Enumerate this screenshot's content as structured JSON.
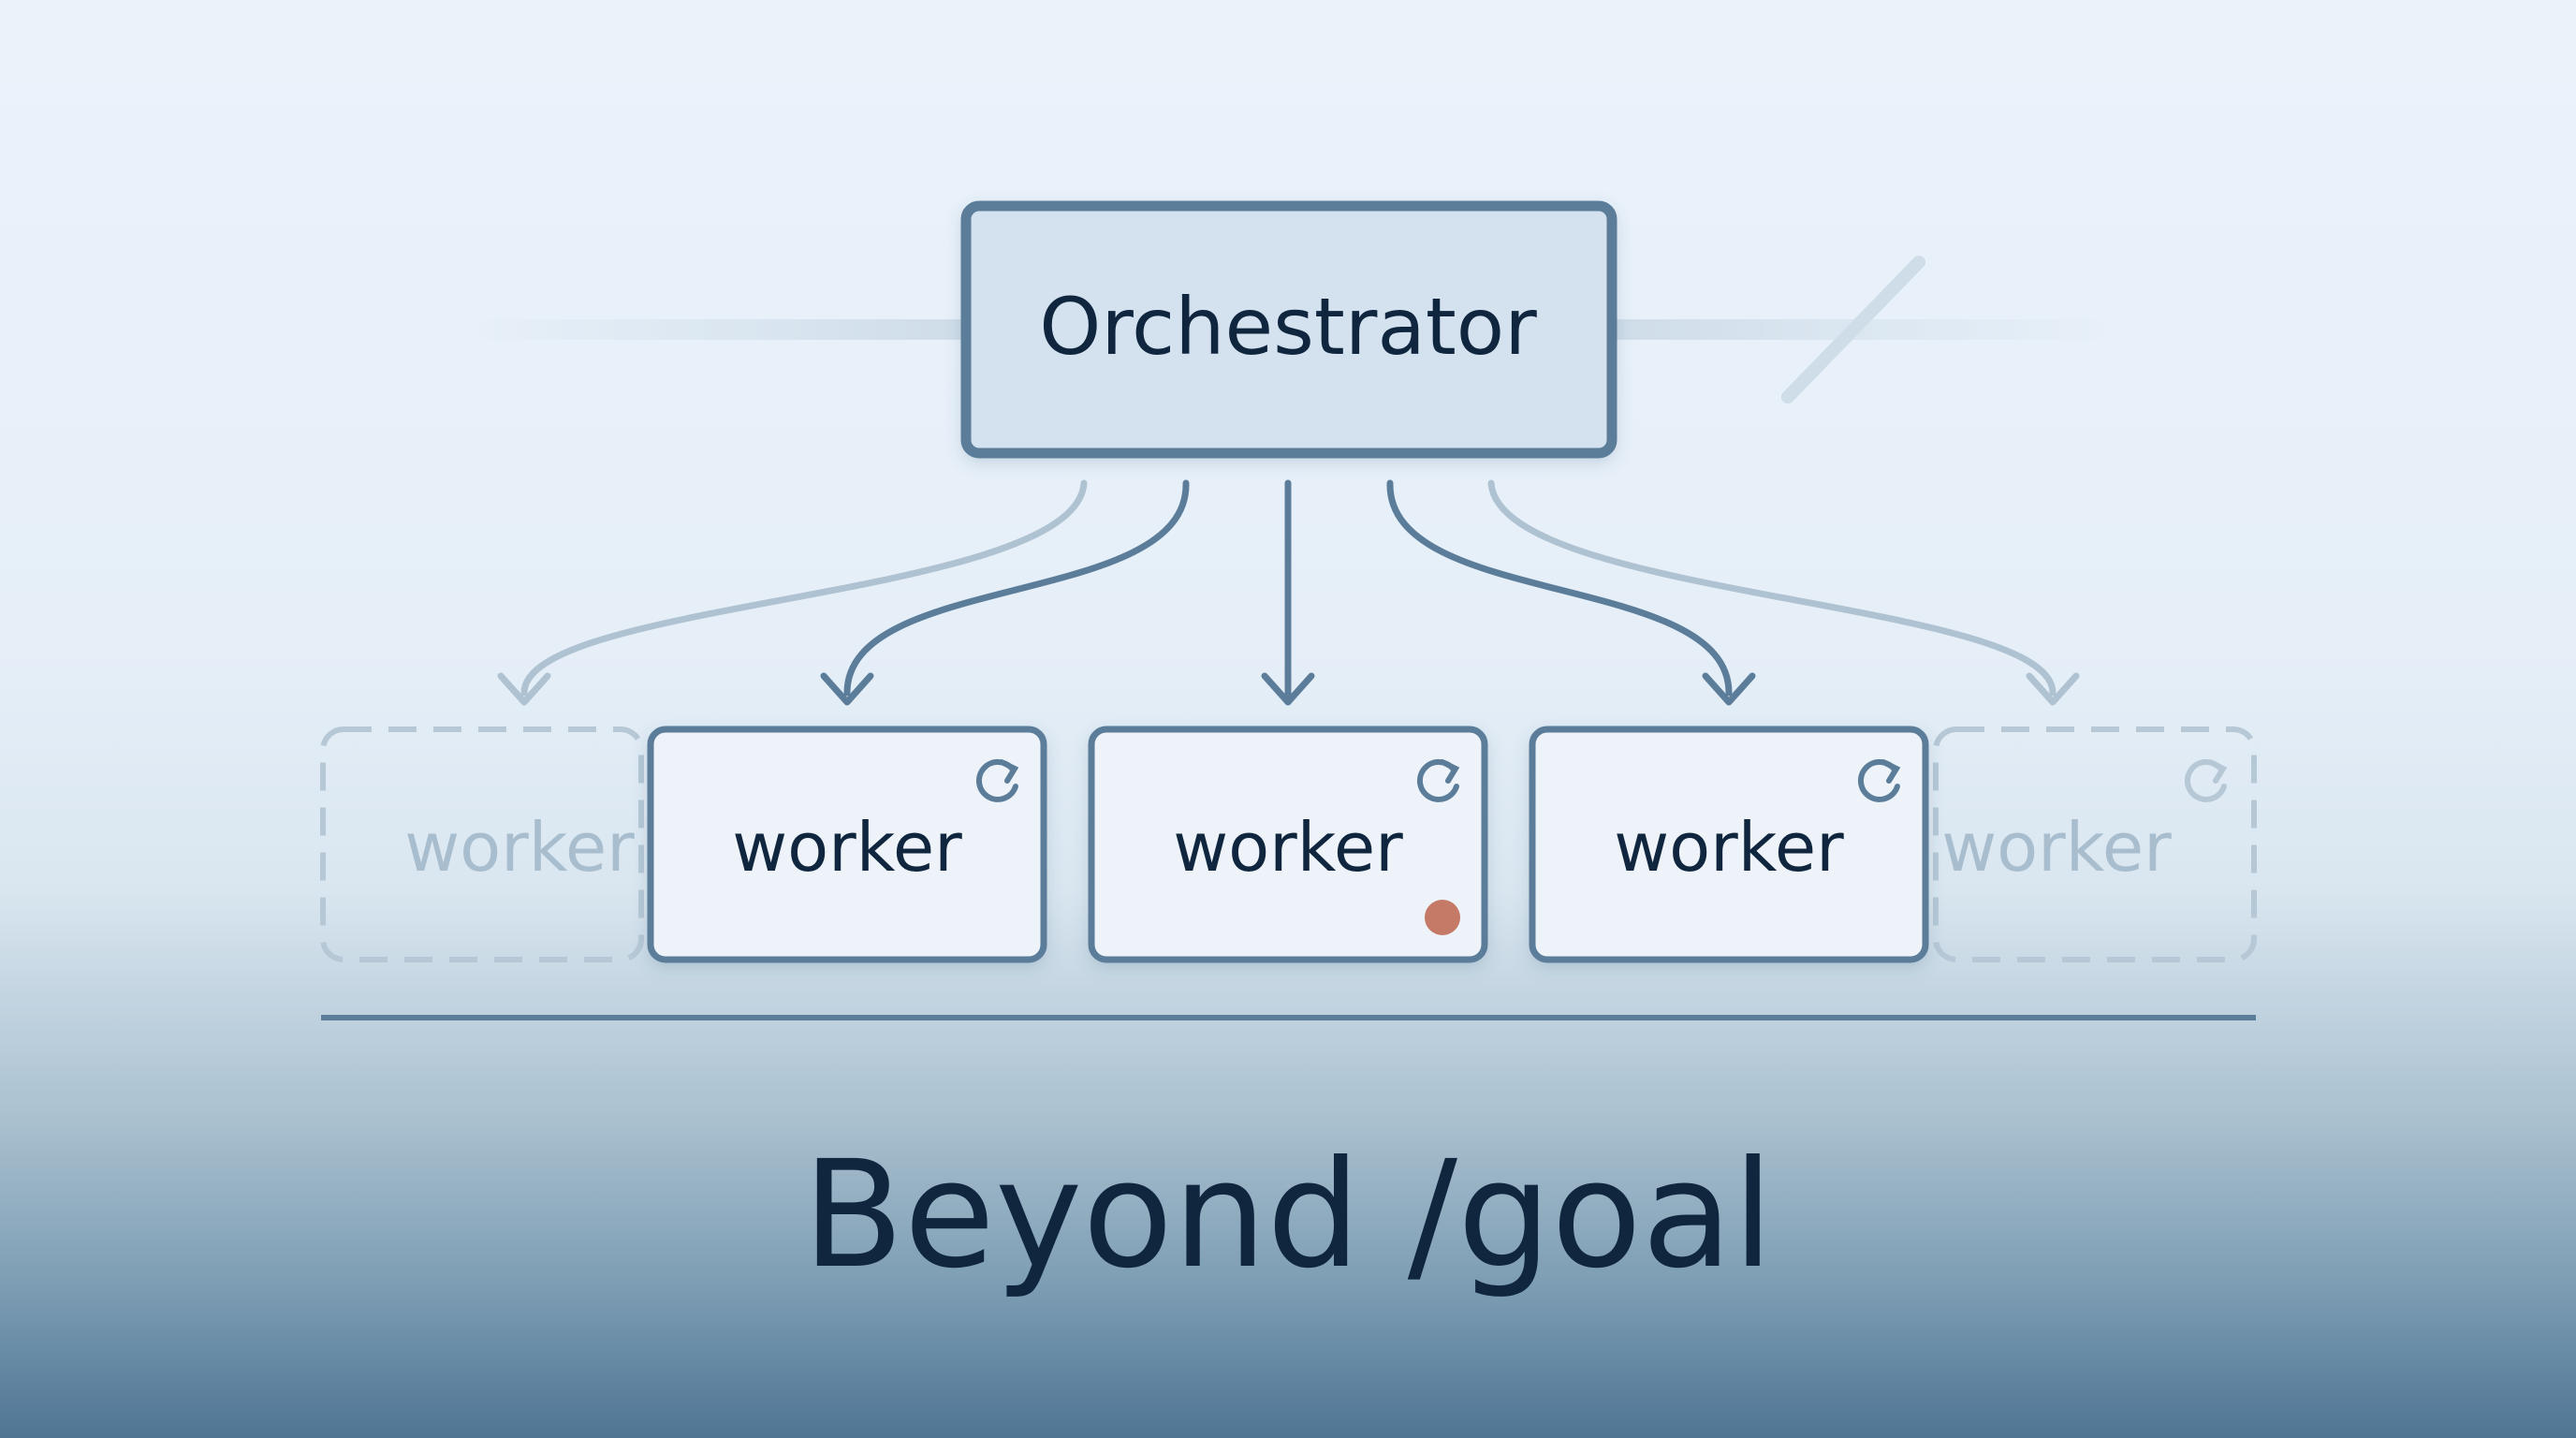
{
  "diagram": {
    "orchestrator": {
      "label": "Orchestrator"
    },
    "workers": [
      {
        "label": "worker",
        "state": "ghost",
        "icon": "refresh-icon"
      },
      {
        "label": "worker",
        "state": "active",
        "icon": "refresh-icon"
      },
      {
        "label": "worker",
        "state": "active",
        "icon": "refresh-icon",
        "status_dot": true
      },
      {
        "label": "worker",
        "state": "active",
        "icon": "refresh-icon"
      },
      {
        "label": "worker",
        "state": "ghost",
        "icon": "refresh-icon"
      }
    ],
    "title": "Beyond /goal"
  },
  "colors": {
    "node_fill": "#d3e2ee",
    "node_stroke": "#5b7d9a",
    "worker_fill": "#edf3f9",
    "text_dark": "#10263f",
    "ghost": "#a8bdcd",
    "status_dot": "#c47a66"
  }
}
